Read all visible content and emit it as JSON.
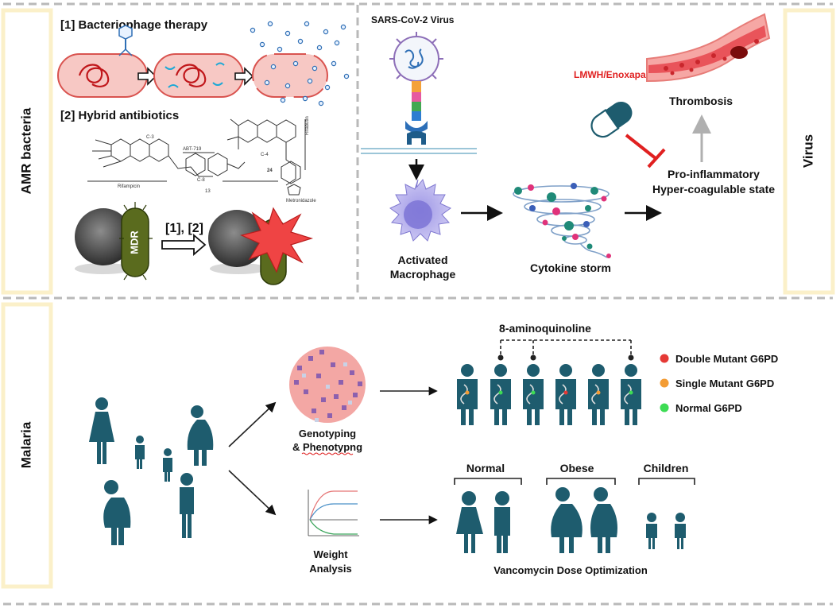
{
  "panels": {
    "amr": {
      "side_label": "AMR bacteria",
      "phage_title": "[1] Bacteriophage therapy",
      "hybrid_title": "[2] Hybrid antibiotics",
      "chem_labels": [
        "ABT-719",
        "Rifabutin",
        "Rifampicin",
        "13",
        "24",
        "Metronidazole",
        "C-3",
        "C-8",
        "C-4"
      ],
      "mdr_label": "MDR",
      "combo_label": "[1], [2]"
    },
    "virus": {
      "side_label": "Virus",
      "virus_name": "SARS-CoV-2 Virus",
      "drug_label": "LMWH/Enoxaparin",
      "thrombosis_label": "Thrombosis",
      "state_line1": "Pro-inflammatory",
      "state_line2": "Hyper-coagulable state",
      "macrophage_line1": "Activated",
      "macrophage_line2": "Macrophage",
      "cytokine_label": "Cytokine storm"
    },
    "malaria": {
      "side_label": "Malaria",
      "genotyping_line1": "Genotyping",
      "genotyping_line2": "& Phenotypng",
      "weight_line1": "Weight",
      "weight_line2": "Analysis",
      "drug_label": "8-aminoquinoline",
      "legend": [
        {
          "label": "Double Mutant G6PD",
          "color": "#e53935"
        },
        {
          "label": "Single Mutant G6PD",
          "color": "#f39c34"
        },
        {
          "label": "Normal G6PD",
          "color": "#3ddc54"
        }
      ],
      "group_labels": [
        "Normal",
        "Obese",
        "Children"
      ],
      "dose_label": "Vancomycin Dose Optimization"
    }
  },
  "colors": {
    "frame": "#fbf0c9",
    "divider": "#b9b9b9",
    "person": "#1e5c6e",
    "cell_fill": "#f7c8c4",
    "cell_stroke": "#d9534f",
    "inhibit": "#e02020"
  }
}
